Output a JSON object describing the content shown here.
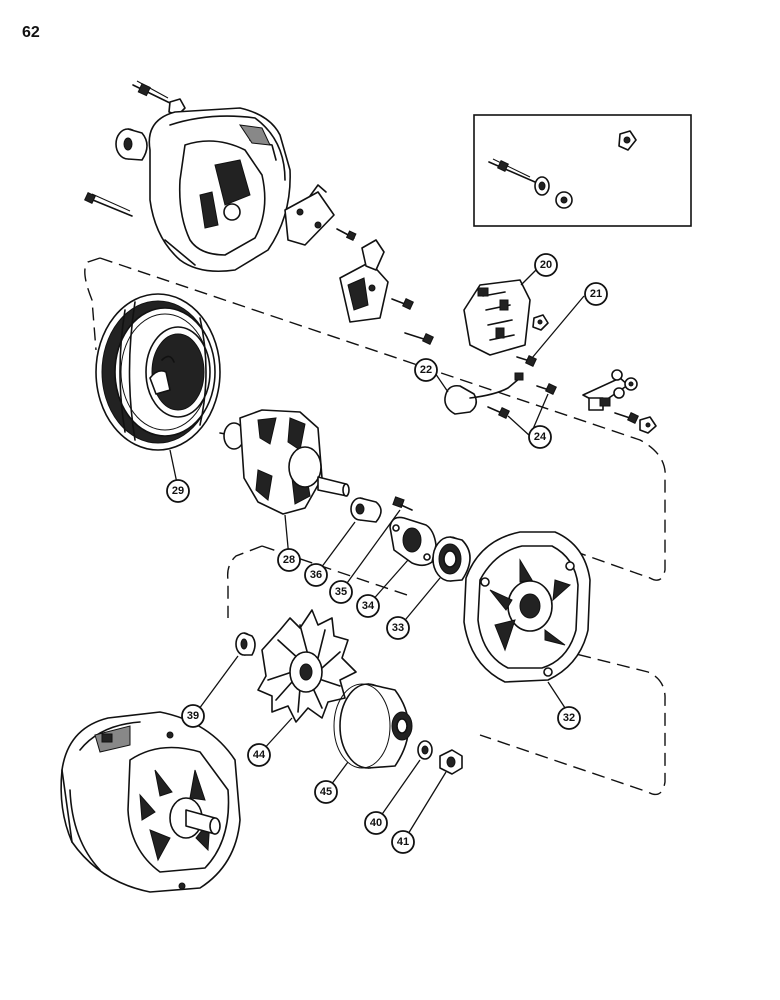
{
  "page": {
    "number": "62"
  },
  "callouts": [
    {
      "id": "c20",
      "label": "20"
    },
    {
      "id": "c21",
      "label": "21"
    },
    {
      "id": "c22",
      "label": "22"
    },
    {
      "id": "c24",
      "label": "24"
    },
    {
      "id": "c29",
      "label": "29"
    },
    {
      "id": "c28",
      "label": "28"
    },
    {
      "id": "c36",
      "label": "36"
    },
    {
      "id": "c35",
      "label": "35"
    },
    {
      "id": "c34",
      "label": "34"
    },
    {
      "id": "c33",
      "label": "33"
    },
    {
      "id": "c32",
      "label": "32"
    },
    {
      "id": "c39",
      "label": "39"
    },
    {
      "id": "c44",
      "label": "44"
    },
    {
      "id": "c45",
      "label": "45"
    },
    {
      "id": "c40",
      "label": "40"
    },
    {
      "id": "c41",
      "label": "41"
    }
  ]
}
